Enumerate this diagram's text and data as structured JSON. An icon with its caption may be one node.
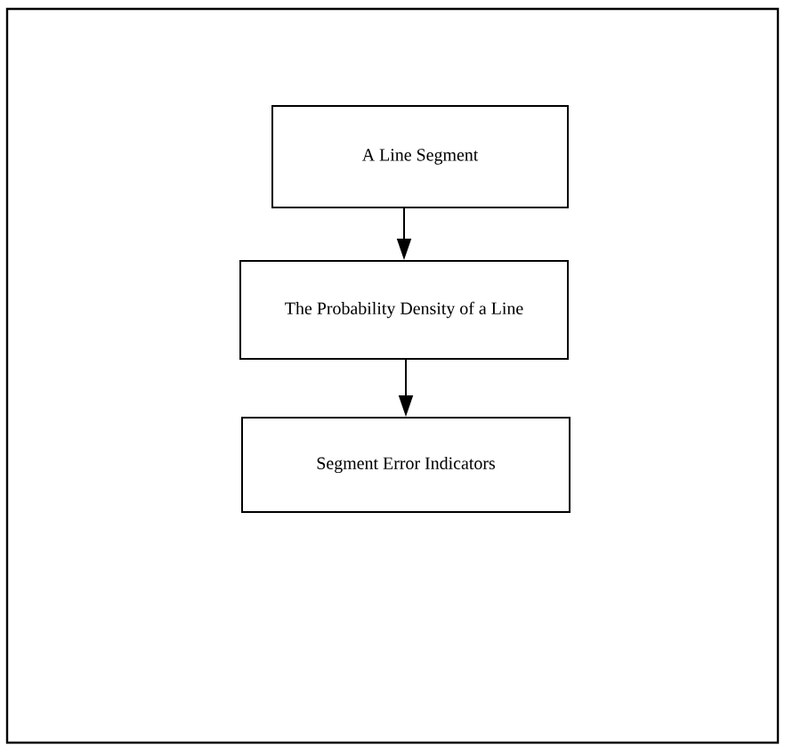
{
  "diagram": {
    "nodes": [
      {
        "text": [
          "A Line Segment"
        ]
      },
      {
        "text": [
          "The Probability Density of a Line"
        ]
      },
      {
        "text": [
          "Segment Error Indicators"
        ]
      }
    ],
    "edges": [
      {
        "from": 0,
        "to": 1,
        "arrow": "to"
      },
      {
        "from": 1,
        "to": 2,
        "arrow": "to"
      }
    ]
  }
}
